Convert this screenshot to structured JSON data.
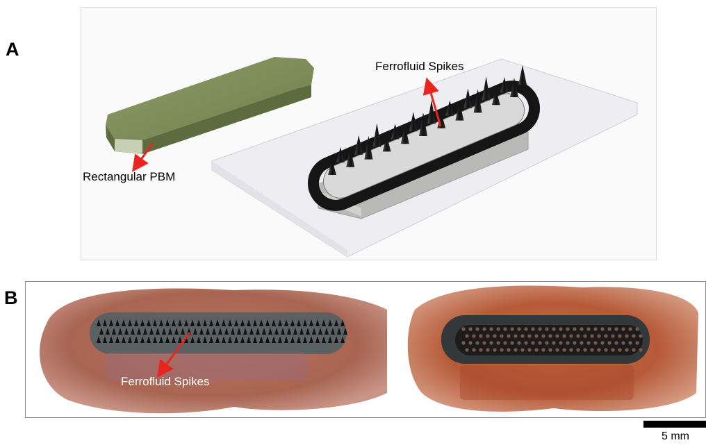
{
  "panels": {
    "a": {
      "letter": "A",
      "label_ferrofluid": "Ferrofluid Spikes",
      "label_pbm": "Rectangular PBM"
    },
    "b": {
      "letter": "B",
      "label_ferrofluid": "Ferrofluid Spikes"
    }
  },
  "scale_bar": {
    "label": "5 mm"
  },
  "colors": {
    "arrow": "#e8251f",
    "pbm": "#7f8f5b",
    "ferrofluid": "#1b1b1b",
    "stain": "#b06a55",
    "magnet": "#5b6062"
  }
}
